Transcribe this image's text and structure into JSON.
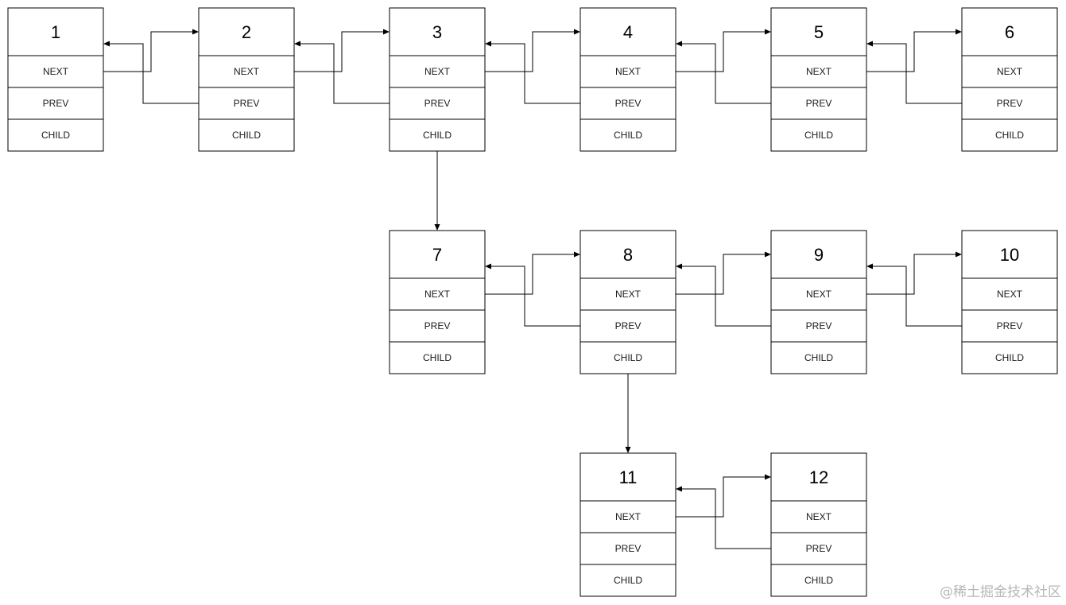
{
  "diagram": {
    "field_labels": [
      "NEXT",
      "PREV",
      "CHILD"
    ],
    "nodes": [
      {
        "id": "1",
        "row": 0,
        "col": 0
      },
      {
        "id": "2",
        "row": 0,
        "col": 1
      },
      {
        "id": "3",
        "row": 0,
        "col": 2
      },
      {
        "id": "4",
        "row": 0,
        "col": 3
      },
      {
        "id": "5",
        "row": 0,
        "col": 4
      },
      {
        "id": "6",
        "row": 0,
        "col": 5
      },
      {
        "id": "7",
        "row": 1,
        "col": 2
      },
      {
        "id": "8",
        "row": 1,
        "col": 3
      },
      {
        "id": "9",
        "row": 1,
        "col": 4
      },
      {
        "id": "10",
        "row": 1,
        "col": 5
      },
      {
        "id": "11",
        "row": 2,
        "col": 3
      },
      {
        "id": "12",
        "row": 2,
        "col": 4
      }
    ],
    "sibling_links": [
      [
        "1",
        "2"
      ],
      [
        "2",
        "3"
      ],
      [
        "3",
        "4"
      ],
      [
        "4",
        "5"
      ],
      [
        "5",
        "6"
      ],
      [
        "7",
        "8"
      ],
      [
        "8",
        "9"
      ],
      [
        "9",
        "10"
      ],
      [
        "11",
        "12"
      ]
    ],
    "child_links": [
      [
        "3",
        "7"
      ],
      [
        "8",
        "11"
      ]
    ]
  },
  "watermark": "@稀土掘金技术社区"
}
